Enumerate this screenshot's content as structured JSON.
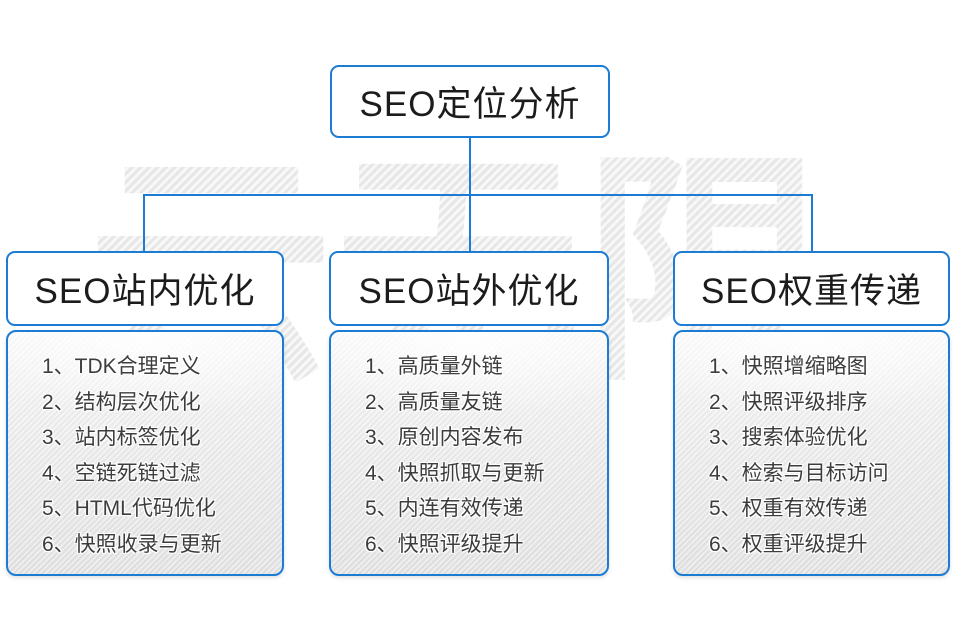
{
  "colors": {
    "accent": "#1c7cd4",
    "header_text": "#1c1c1c",
    "list_text": "#3d3d3d",
    "panel_top": "#f8f8f8",
    "panel_bottom": "#e1e1e1"
  },
  "watermark": {
    "text": "云无限"
  },
  "root_box": {
    "title": "SEO定位分析"
  },
  "columns": [
    {
      "title": "SEO站内优化",
      "items": [
        "1、TDK合理定义",
        "2、结构层次优化",
        "3、站内标签优化",
        "4、空链死链过滤",
        "5、HTML代码优化",
        "6、快照收录与更新"
      ]
    },
    {
      "title": "SEO站外优化",
      "items": [
        "1、高质量外链",
        "2、高质量友链",
        "3、原创内容发布",
        "4、快照抓取与更新",
        "5、内连有效传递",
        "6、快照评级提升"
      ]
    },
    {
      "title": "SEO权重传递",
      "items": [
        "1、快照增缩略图",
        "2、快照评级排序",
        "3、搜索体验优化",
        "4、检索与目标访问",
        "5、权重有效传递",
        "6、权重评级提升"
      ]
    }
  ]
}
